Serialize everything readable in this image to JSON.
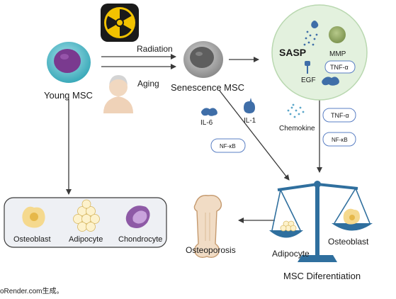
{
  "labels": {
    "young_msc": "Young MSC",
    "radiation": "Radiation",
    "aging": "Aging",
    "senescence_msc": "Senescence MSC",
    "sasp": "SASP",
    "mmp": "MMP",
    "tnf_alpha_sasp": "TNF-α",
    "egf": "EGF",
    "il6": "IL-6",
    "il1": "IL-1",
    "nfkb_left": "NF-κB",
    "chemokine": "Chemokine",
    "tnf_alpha_mid": "TNF-α",
    "nfkb_mid": "NF-κB",
    "osteoblast_bottom": "Osteoblast",
    "adipocyte_bottom": "Adipocyte",
    "chondrocyte": "Chondrocyte",
    "osteoporosis": "Osteoporosis",
    "adipocyte_scale": "Adipocyte",
    "osteoblast_scale": "Osteoblast",
    "msc_differentiation": "MSC Diferentiation",
    "footer": "oRender.com生成。"
  },
  "colors": {
    "arrow": "#3a3a3a",
    "pill_stroke": "#5a7fc4",
    "sasp_circle_fill": "#e3f1de",
    "sasp_circle_stroke": "#b9d8b0",
    "scale": "#2f6f9e",
    "protein": "#3f6ea8",
    "radiation_sign": "#f2c200",
    "young_cell": "#4bb9c7",
    "young_nucleus": "#7a3a8f"
  },
  "icons": [
    "radiation-icon",
    "aging-person-icon",
    "young-msc-cell-icon",
    "senescent-cell-icon",
    "bone-icon",
    "balance-scale-icon"
  ]
}
